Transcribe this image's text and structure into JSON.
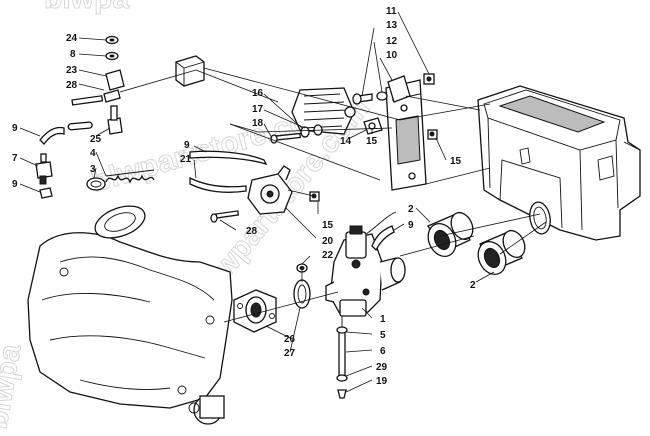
{
  "watermark": {
    "text_main": "blwpartstore.com",
    "text_edge_top": "blwpa",
    "text_edge_left": "blwpa"
  },
  "callouts": {
    "c24": "24",
    "c8": "8",
    "c23": "23",
    "c28a": "28",
    "c9a": "9",
    "c25": "25",
    "c7": "7",
    "c4": "4",
    "c3": "3",
    "c9b": "9",
    "c11": "11",
    "c13": "13",
    "c12": "12",
    "c10": "10",
    "c16": "16",
    "c17": "17",
    "c18": "18",
    "c14": "14",
    "c15a": "15",
    "c15b": "15",
    "c9c": "9",
    "c21": "21",
    "c15c": "15",
    "c28b": "28",
    "c20": "20",
    "c2a": "2",
    "c9d": "9",
    "c22": "22",
    "c2b": "2",
    "c1": "1",
    "c5": "5",
    "c6": "6",
    "c29": "29",
    "c19": "19",
    "c26": "26",
    "c27": "27"
  }
}
